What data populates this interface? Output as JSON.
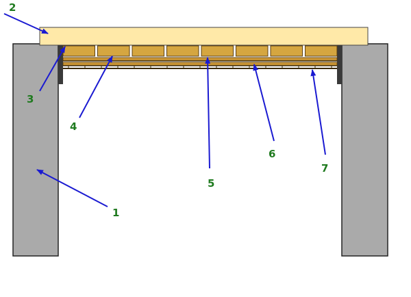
{
  "colors": {
    "column_fill": "#aaaaaa",
    "column_stroke": "#222222",
    "slab_fill": "#ffe9a8",
    "block_fill": "#d5a640",
    "block_stroke": "#5a3e10",
    "joist_fill": "#c89434",
    "arrow": "#1a1ad1",
    "label": "#1f7a1f"
  },
  "callouts": [
    {
      "id": "1",
      "label": "1"
    },
    {
      "id": "2",
      "label": "2"
    },
    {
      "id": "3",
      "label": "3"
    },
    {
      "id": "4",
      "label": "4"
    },
    {
      "id": "5",
      "label": "5"
    },
    {
      "id": "6",
      "label": "6"
    },
    {
      "id": "7",
      "label": "7"
    }
  ]
}
